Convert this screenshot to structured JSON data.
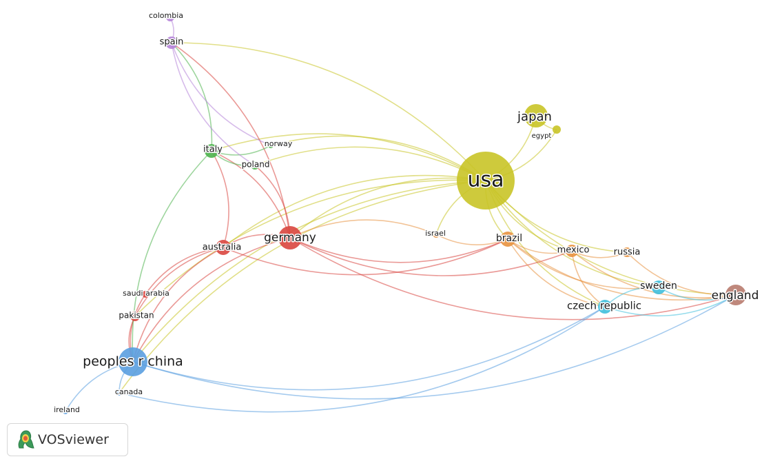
{
  "app": {
    "name": "VOSviewer"
  },
  "cluster_colors": {
    "yellow": "#c9c427",
    "green": "#4cb34c",
    "red": "#d9463f",
    "blue": "#5a9ee0",
    "cyan": "#3fbfdc",
    "orange": "#e8923f",
    "purple": "#b583d8",
    "brown": "#b87b6e"
  },
  "nodes": [
    {
      "id": "usa",
      "label": "usa",
      "cluster": "yellow"
    },
    {
      "id": "japan",
      "label": "japan",
      "cluster": "yellow"
    },
    {
      "id": "egypt",
      "label": "egypt",
      "cluster": "yellow"
    },
    {
      "id": "germany",
      "label": "germany",
      "cluster": "red"
    },
    {
      "id": "australia",
      "label": "australia",
      "cluster": "red"
    },
    {
      "id": "saudi_arabia",
      "label": "saudi arabia",
      "cluster": "red"
    },
    {
      "id": "pakistan",
      "label": "pakistan",
      "cluster": "red"
    },
    {
      "id": "italy",
      "label": "italy",
      "cluster": "green"
    },
    {
      "id": "norway",
      "label": "norway",
      "cluster": "green"
    },
    {
      "id": "poland",
      "label": "poland",
      "cluster": "green"
    },
    {
      "id": "spain",
      "label": "spain",
      "cluster": "purple"
    },
    {
      "id": "colombia",
      "label": "colombia",
      "cluster": "purple"
    },
    {
      "id": "peoples_r_china",
      "label": "peoples r china",
      "cluster": "blue"
    },
    {
      "id": "canada",
      "label": "canada",
      "cluster": "blue"
    },
    {
      "id": "ireland",
      "label": "ireland",
      "cluster": "blue"
    },
    {
      "id": "israel",
      "label": "israel",
      "cluster": "orange"
    },
    {
      "id": "brazil",
      "label": "brazil",
      "cluster": "orange"
    },
    {
      "id": "mexico",
      "label": "mexico",
      "cluster": "orange"
    },
    {
      "id": "russia",
      "label": "russia",
      "cluster": "orange"
    },
    {
      "id": "sweden",
      "label": "sweden",
      "cluster": "cyan"
    },
    {
      "id": "czech_republic",
      "label": "czech republic",
      "cluster": "cyan"
    },
    {
      "id": "england",
      "label": "england",
      "cluster": "brown"
    }
  ],
  "links": [
    [
      "usa",
      "japan"
    ],
    [
      "usa",
      "egypt"
    ],
    [
      "usa",
      "germany"
    ],
    [
      "usa",
      "australia"
    ],
    [
      "usa",
      "italy"
    ],
    [
      "usa",
      "norway"
    ],
    [
      "usa",
      "poland"
    ],
    [
      "usa",
      "spain"
    ],
    [
      "usa",
      "peoples_r_china"
    ],
    [
      "usa",
      "canada"
    ],
    [
      "usa",
      "israel"
    ],
    [
      "usa",
      "brazil"
    ],
    [
      "usa",
      "mexico"
    ],
    [
      "usa",
      "russia"
    ],
    [
      "usa",
      "sweden"
    ],
    [
      "usa",
      "czech_republic"
    ],
    [
      "usa",
      "england"
    ],
    [
      "usa",
      "pakistan"
    ],
    [
      "germany",
      "italy"
    ],
    [
      "germany",
      "poland"
    ],
    [
      "germany",
      "australia"
    ],
    [
      "germany",
      "brazil"
    ],
    [
      "germany",
      "peoples_r_china"
    ],
    [
      "germany",
      "spain"
    ],
    [
      "germany",
      "england"
    ],
    [
      "germany",
      "mexico"
    ],
    [
      "australia",
      "peoples_r_china"
    ],
    [
      "australia",
      "italy"
    ],
    [
      "australia",
      "brazil"
    ],
    [
      "australia",
      "saudi_arabia"
    ],
    [
      "australia",
      "pakistan"
    ],
    [
      "saudi_arabia",
      "peoples_r_china"
    ],
    [
      "pakistan",
      "peoples_r_china"
    ],
    [
      "italy",
      "spain"
    ],
    [
      "italy",
      "poland"
    ],
    [
      "italy",
      "peoples_r_china"
    ],
    [
      "italy",
      "norway"
    ],
    [
      "spain",
      "colombia"
    ],
    [
      "spain",
      "norway"
    ],
    [
      "spain",
      "poland"
    ],
    [
      "peoples_r_china",
      "canada"
    ],
    [
      "peoples_r_china",
      "ireland"
    ],
    [
      "peoples_r_china",
      "czech_republic"
    ],
    [
      "peoples_r_china",
      "england"
    ],
    [
      "canada",
      "czech_republic"
    ],
    [
      "brazil",
      "mexico"
    ],
    [
      "brazil",
      "czech_republic"
    ],
    [
      "brazil",
      "sweden"
    ],
    [
      "brazil",
      "england"
    ],
    [
      "mexico",
      "russia"
    ],
    [
      "mexico",
      "czech_republic"
    ],
    [
      "mexico",
      "england"
    ],
    [
      "russia",
      "england"
    ],
    [
      "sweden",
      "england"
    ],
    [
      "sweden",
      "czech_republic"
    ],
    [
      "czech_republic",
      "england"
    ],
    [
      "japan",
      "egypt"
    ],
    [
      "israel",
      "germany"
    ],
    [
      "israel",
      "brazil"
    ]
  ]
}
